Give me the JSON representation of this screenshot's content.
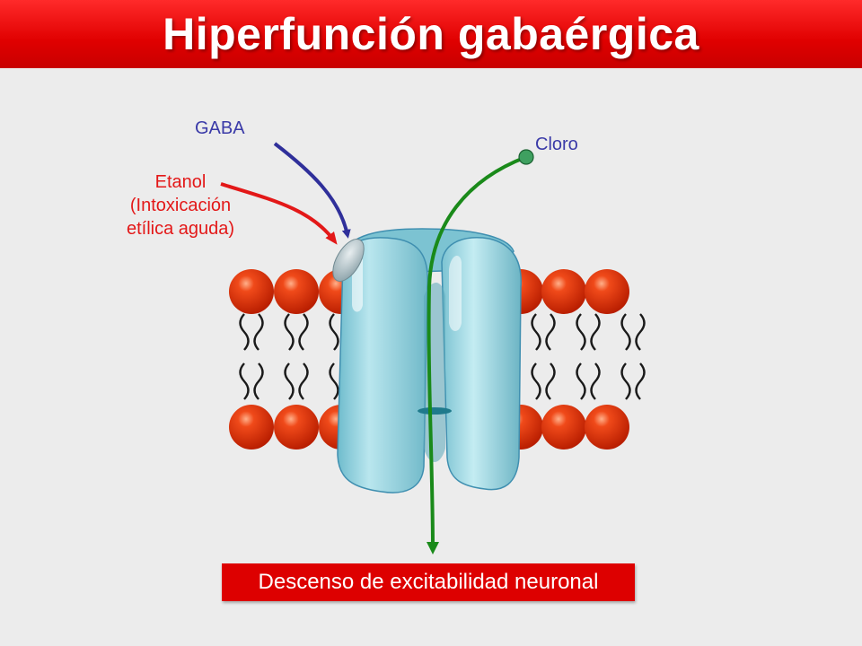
{
  "title": "Hiperfunción gabaérgica",
  "labels": {
    "gaba": "GABA",
    "cloro": "Cloro",
    "etanol_lines": [
      "Etanol",
      "(Intoxicación",
      "etílica aguda)"
    ]
  },
  "result": "Descenso de excitabilidad neuronal",
  "colors": {
    "title_bg": "#e00000",
    "phospholipid_head": "#e8320a",
    "channel": "#8fd0dc",
    "gaba_arrow": "#2f2f9a",
    "etanol_arrow": "#e31818",
    "cloro_path": "#1a8a1a",
    "result_bg": "#dd0000"
  }
}
